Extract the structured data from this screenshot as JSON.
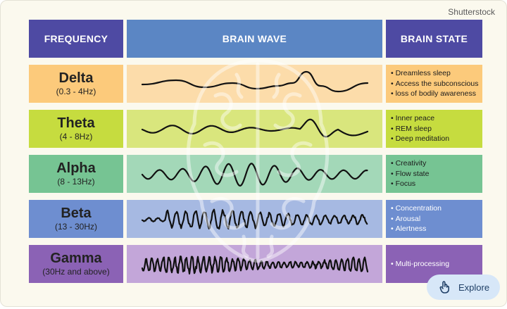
{
  "credit": "Shutterstock",
  "headers": {
    "frequency": "FREQUENCY",
    "wave": "BRAIN WAVE",
    "state": "BRAIN STATE"
  },
  "rows": [
    {
      "name": "Delta",
      "range": "(0.3 - 4Hz)",
      "states": [
        "Dreamless sleep",
        "Access the subconscious",
        "loss of bodily awareness"
      ],
      "colors": {
        "freq": "#fcca7b",
        "wave": "#fcdcaa",
        "state": "#fcca7b"
      }
    },
    {
      "name": "Theta",
      "range": "(4 - 8Hz)",
      "states": [
        "Inner peace",
        "REM sleep",
        "Deep meditation"
      ],
      "colors": {
        "freq": "#c6dc3f",
        "wave": "#d9e67d",
        "state": "#c6dc3f"
      }
    },
    {
      "name": "Alpha",
      "range": "(8 - 13Hz)",
      "states": [
        "Creativity",
        "Flow state",
        "Focus"
      ],
      "colors": {
        "freq": "#76c493",
        "wave": "#a3d8b8",
        "state": "#76c493"
      }
    },
    {
      "name": "Beta",
      "range": "(13 - 30Hz)",
      "states": [
        "Concentration",
        "Arousal",
        "Alertness"
      ],
      "colors": {
        "freq": "#6e8ed0",
        "wave": "#a6b9e2",
        "state": "#6e8ed0"
      }
    },
    {
      "name": "Gamma",
      "range": "(30Hz and above)",
      "states": [
        "Multi-processing"
      ],
      "colors": {
        "freq": "#8b62b5",
        "wave": "#c3a6d9",
        "state": "#8b62b5"
      }
    }
  ],
  "explore_label": "Explore",
  "icons": {
    "explore": "hand-pointer-icon",
    "background": "brain-icon"
  },
  "colors": {
    "header_purple": "#4e4aa3",
    "header_blue": "#5b86c4",
    "card_bg": "#fbf9ee",
    "explore_bg": "#d7e7f8"
  }
}
